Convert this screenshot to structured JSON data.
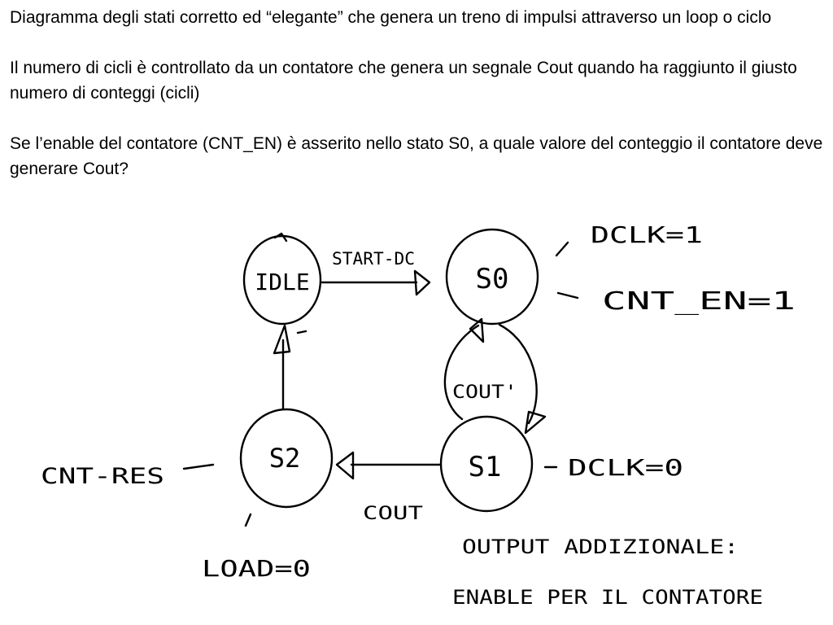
{
  "slide": {
    "paragraphs": [
      "Diagramma degli stati corretto ed “elegante” che genera un treno di impulsi attraverso un loop o ciclo",
      "Il numero di cicli è controllato da un contatore che genera un segnale Cout quando ha raggiunto il giusto numero di conteggi (cicli)",
      "Se l’enable del contatore (CNT_EN) è asserito nello stato S0, a quale valore del conteggio il contatore deve generare Cout?"
    ]
  },
  "diagram": {
    "states": {
      "idle": "IDLE",
      "s0": "S0",
      "s1": "S1",
      "s2": "S2"
    },
    "transitions": {
      "idle_to_s0": "START-DC",
      "s1_to_s2": "COUT",
      "s1_self_loop": "COUT'"
    },
    "outputs": {
      "s0_dclk": "DCLK=1",
      "s0_cnt_en": "CNT_EN=1",
      "s1_dclk": "DCLK=0",
      "s2_cnt_res": "CNT-RES",
      "s2_load": "LOAD=0",
      "extra_output_line1": "OUTPUT ADDIZIONALE:",
      "extra_output_line2": "ENABLE PER IL CONTATORE"
    }
  }
}
